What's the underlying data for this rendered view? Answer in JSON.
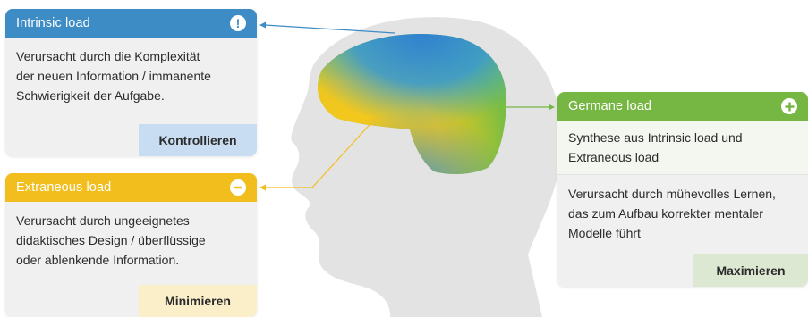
{
  "intrinsic": {
    "title": "Intrinsic load",
    "icon": "exclamation-icon",
    "lines": [
      "Verursacht durch die Komplexität",
      "der neuen Information / immanente",
      "Schwierigkeit der Aufgabe."
    ],
    "action": "Kontrollieren",
    "color": "#3d8cc5"
  },
  "extraneous": {
    "title": "Extraneous load",
    "icon": "minus-icon",
    "lines": [
      "Verursacht durch ungeeignetes",
      "didaktisches Design / überflüssige",
      "oder ablenkende Information."
    ],
    "action": "Minimieren",
    "color": "#f2be1e"
  },
  "germane": {
    "title": "Germane load",
    "icon": "plus-icon",
    "synthesis_lines": [
      "Synthese aus Intrinsic load",
      "und Extraneous load"
    ],
    "lines": [
      "Verursacht durch mühevolles",
      "Lernen, das zum Aufbau korrekter",
      "mentaler Modelle führt"
    ],
    "action": "Maximieren",
    "color": "#76b743"
  },
  "head": {
    "head_color": "#e3e3e3",
    "brain_colors": [
      "#2f7fd0",
      "#f5c81d",
      "#7dbf3f"
    ]
  }
}
